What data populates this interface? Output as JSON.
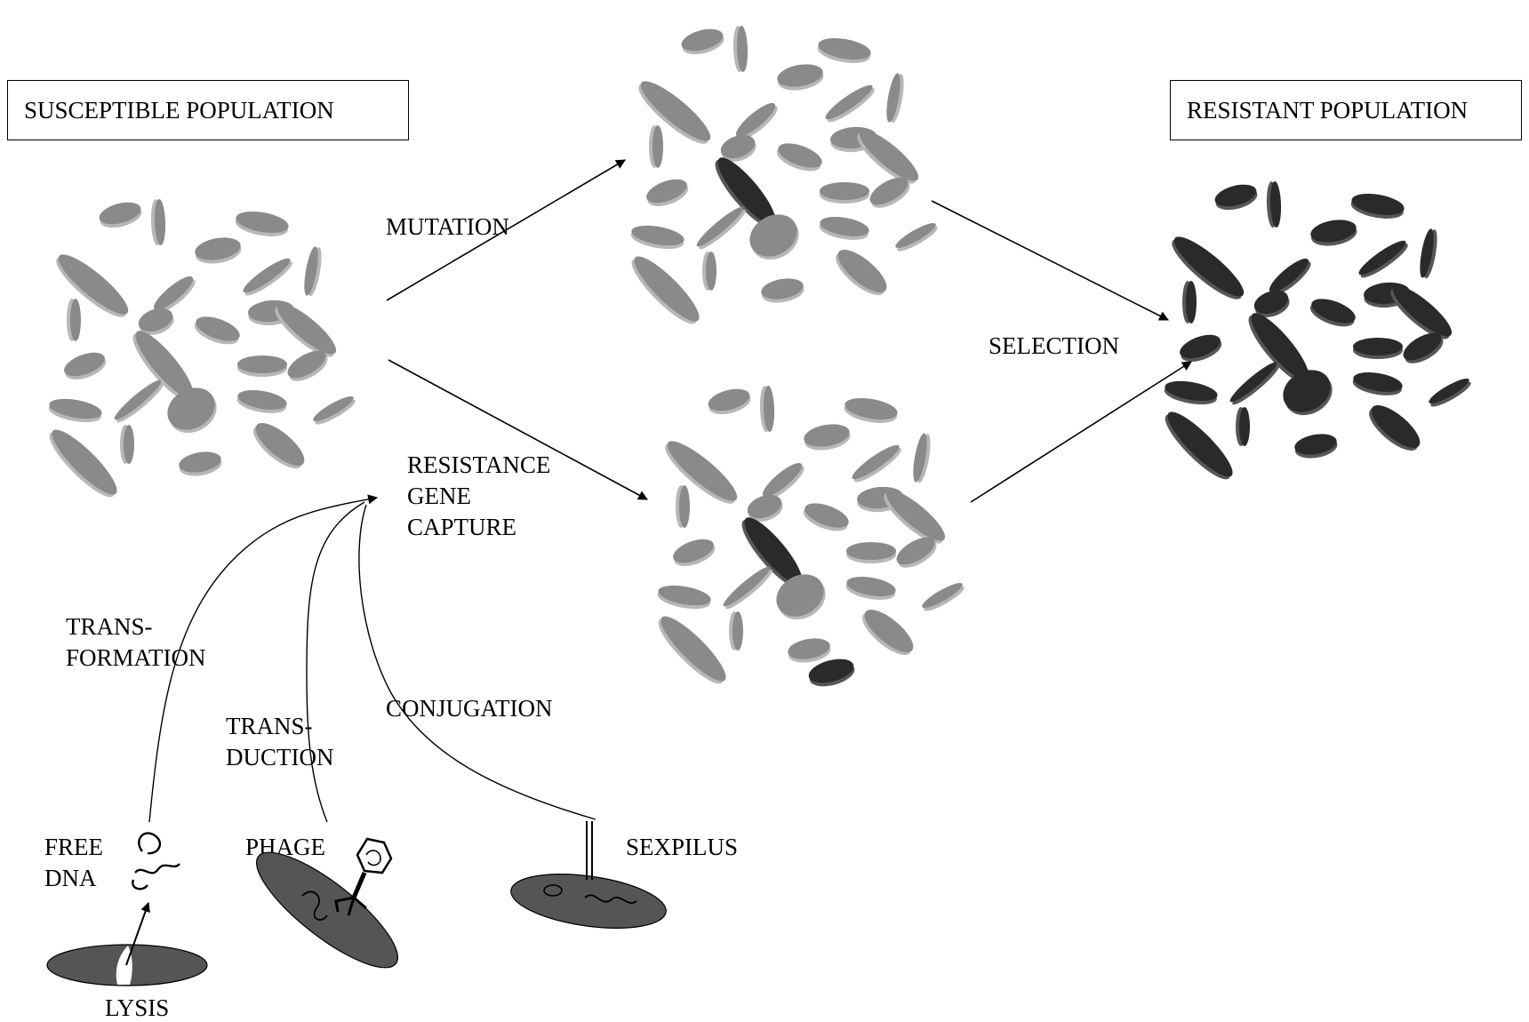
{
  "boxes": {
    "susceptible": "SUSCEPTIBLE POPULATION",
    "resistant": "RESISTANT POPULATION"
  },
  "arrows": {
    "mutation": "MUTATION",
    "selection": "SELECTION",
    "capture_1": "RESISTANCE",
    "capture_2": "GENE",
    "capture_3": "CAPTURE",
    "transformation_1": "TRANS-",
    "transformation_2": "FORMATION",
    "transduction_1": "TRANS-",
    "transduction_2": "DUCTION",
    "conjugation": "CONJUGATION"
  },
  "sources": {
    "free_dna_1": "FREE",
    "free_dna_2": "DNA",
    "phage": "PHAGE",
    "sexpilus": "SEXPILUS",
    "lysis": "LYSIS"
  },
  "colors": {
    "susceptible_cell": "#8a8a8a",
    "resistant_cell": "#2a2a2a",
    "donor_cell": "#555555"
  }
}
